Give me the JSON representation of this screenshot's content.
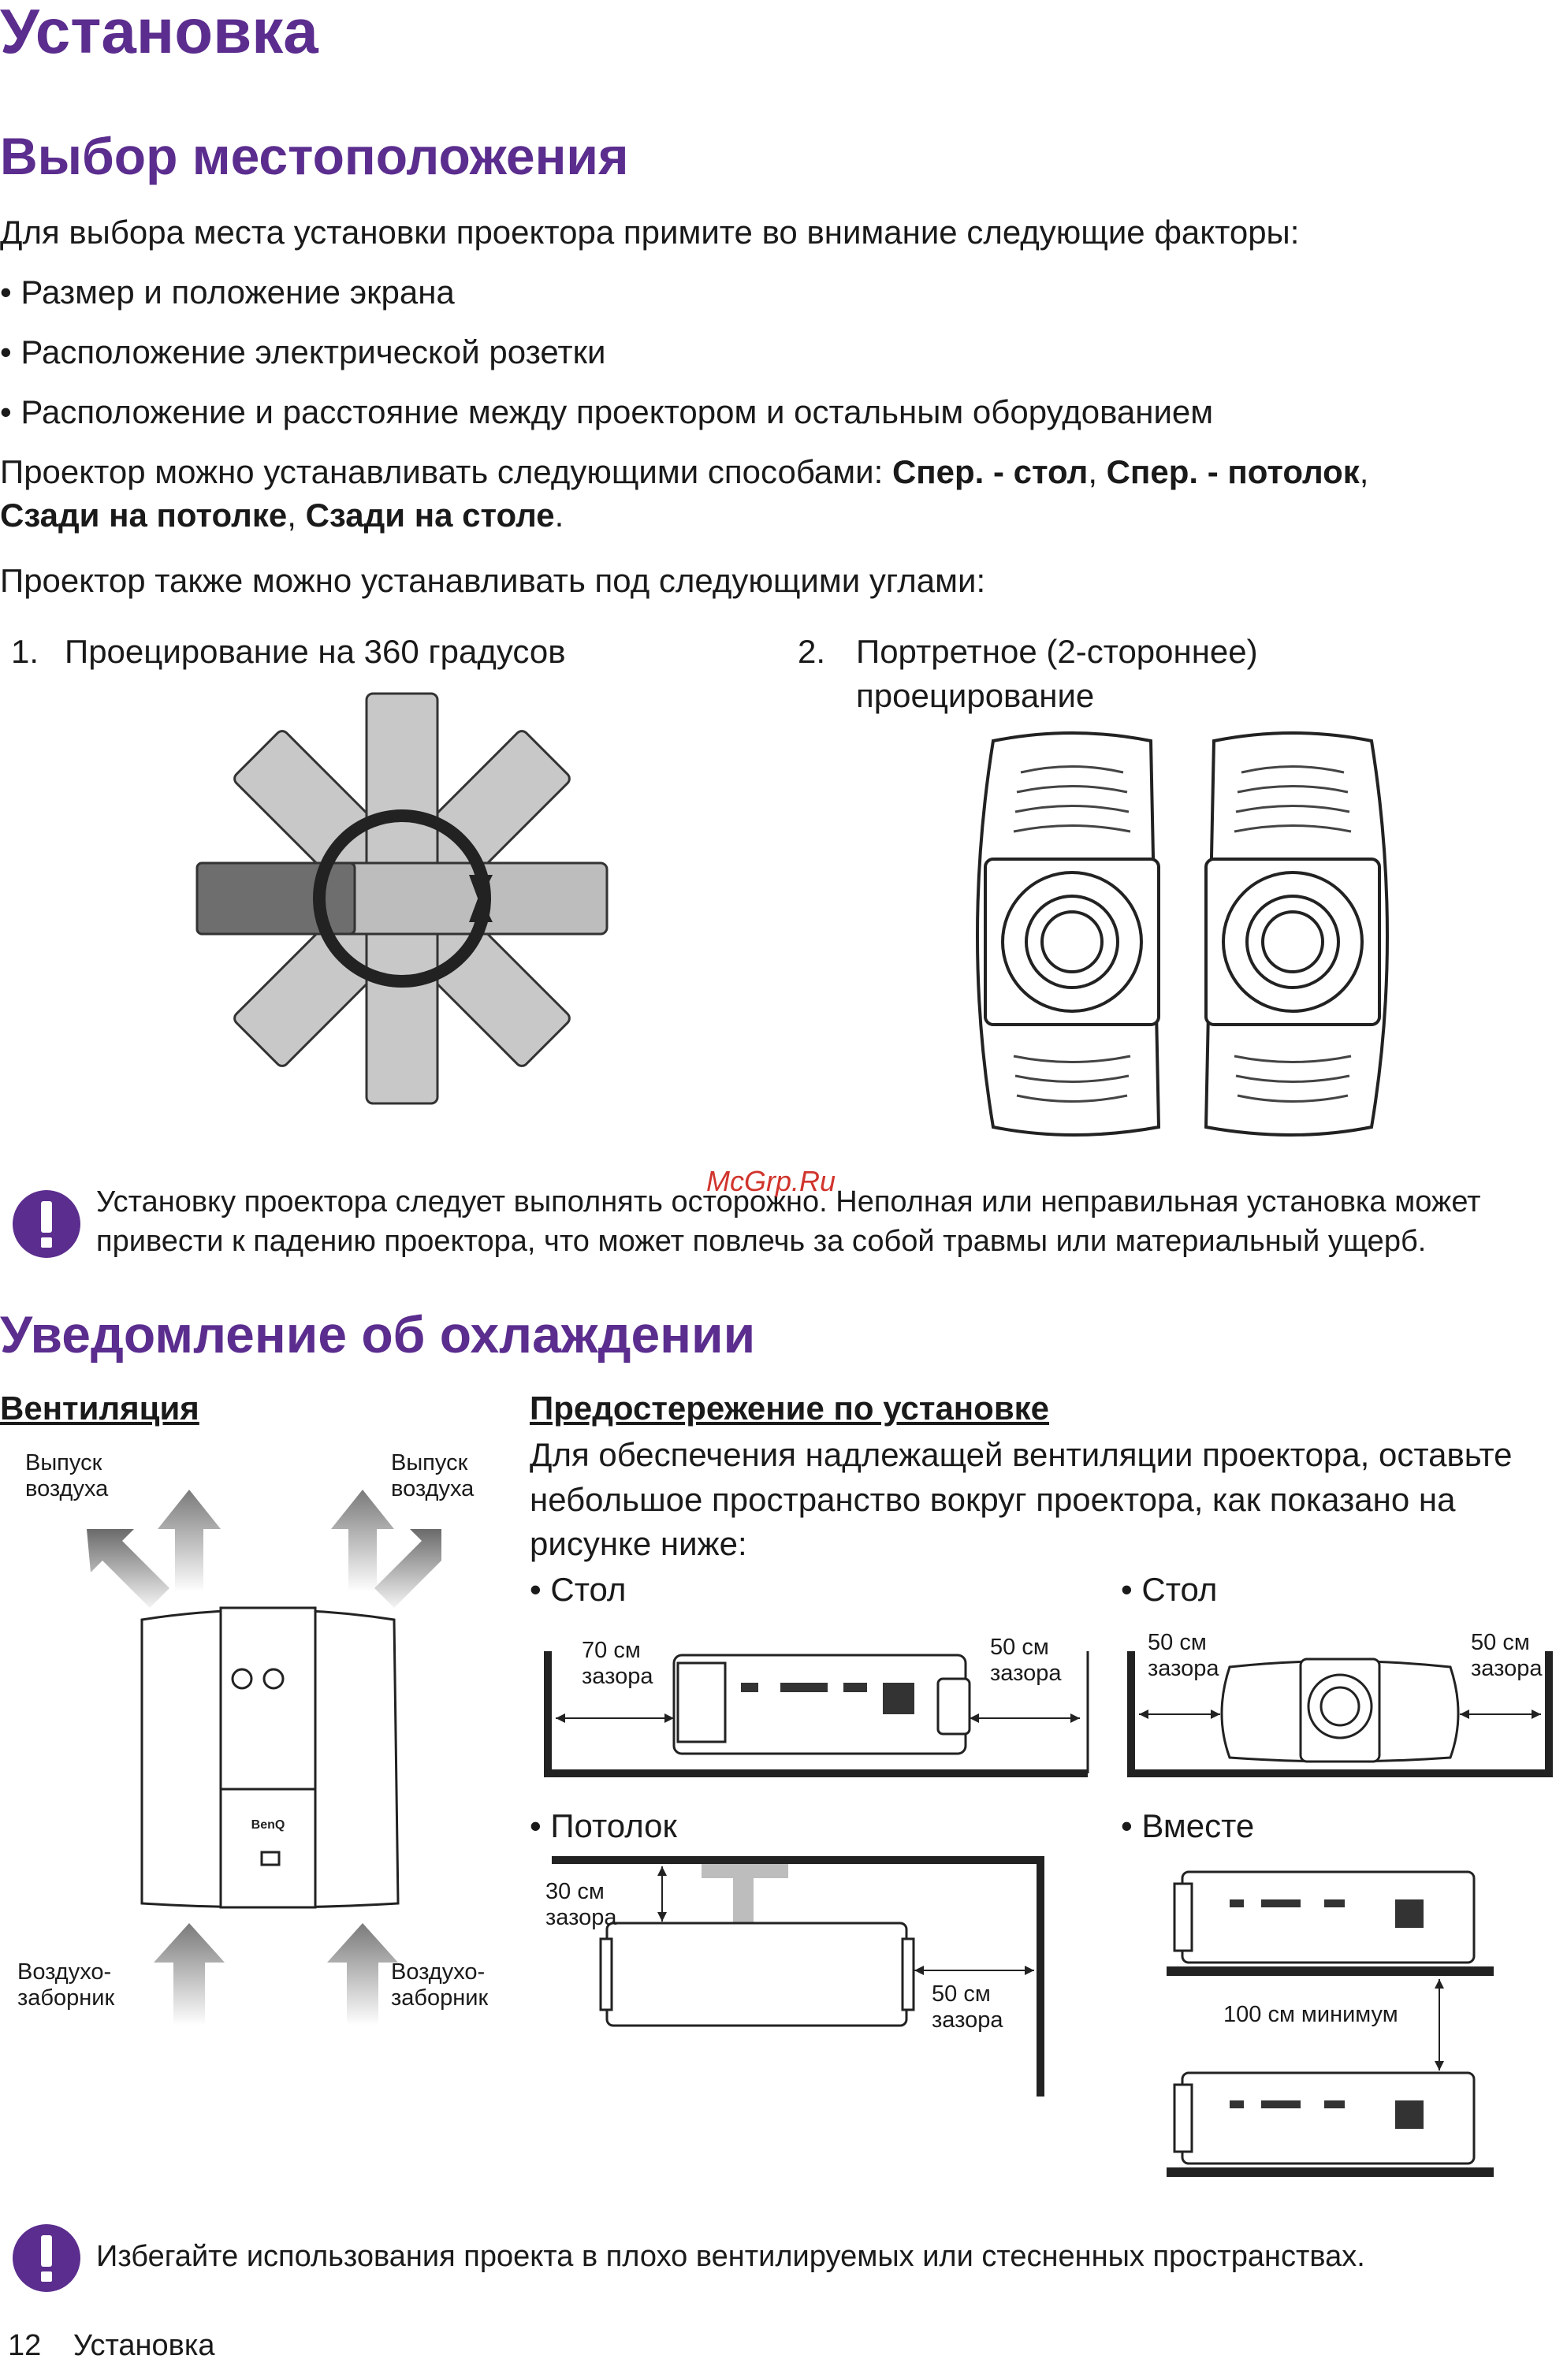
{
  "title": "Установка",
  "section1": {
    "heading": "Выбор местоположения",
    "intro": "Для выбора места установки проектора примите во внимание следующие факторы:",
    "bullets": [
      "• Размер и положение экрана",
      "• Расположение электрической розетки",
      "• Расположение и расстояние между проектором и остальным оборудованием"
    ],
    "methods_prefix": "Проектор можно устанавливать следующими способами: ",
    "methods": [
      "Спер. - стол",
      "Спер. - потолок",
      "Сзади на потолке",
      "Сзади на столе"
    ],
    "methods_sep": ", ",
    "methods_end": ".",
    "angles_text": "Проектор также можно устанавливать под следующими углами:",
    "angle1_num": "1.",
    "angle1_label": "Проецирование на 360 градусов",
    "angle2_num": "2.",
    "angle2_label_line1": "Портретное (2-стороннее)",
    "angle2_label_line2": "проецирование",
    "warning_icon": "exclamation-icon",
    "warning_text": "Установку проектора следует выполнять осторожно. Неполная или неправильная установка может привести к падению проектора, что может повлечь за собой травмы или материальный ущерб.",
    "watermark": "McGrp.Ru"
  },
  "section2": {
    "heading": "Уведомление об охлаждении",
    "ventilation_title": "Вентиляция",
    "exhaust_left": "Выпуск воздуха",
    "exhaust_right": "Выпуск воздуха",
    "intake_left": "Воздухо-заборник",
    "intake_right": "Воздухо-заборник",
    "brand": "BenQ",
    "caution_title": "Предостережение по установке",
    "caution_text": "Для обеспечения надлежащей вентиляции проектора, оставьте небольшое пространство вокруг проектора, как показано на рисунке ниже:",
    "desk1_label": "• Стол",
    "desk2_label": "• Стол",
    "ceiling_label": "• Потолок",
    "together_label": "• Вместе",
    "desk1_left": "70 см зазора",
    "desk1_right": "50 см зазора",
    "desk2_left": "50 см зазора",
    "desk2_right": "50 см зазора",
    "ceiling_top": "30 см зазора",
    "ceiling_right": "50 см зазора",
    "together_gap": "100 см минимум",
    "warning2_text": "Избегайте использования проекта в плохо вентилируемых или стесненных пространствах."
  },
  "footer": {
    "page_number": "12",
    "section_name": "Установка"
  },
  "colors": {
    "heading": "#5b2d8e",
    "icon": "#5b2d8e",
    "watermark": "#d0342c"
  }
}
